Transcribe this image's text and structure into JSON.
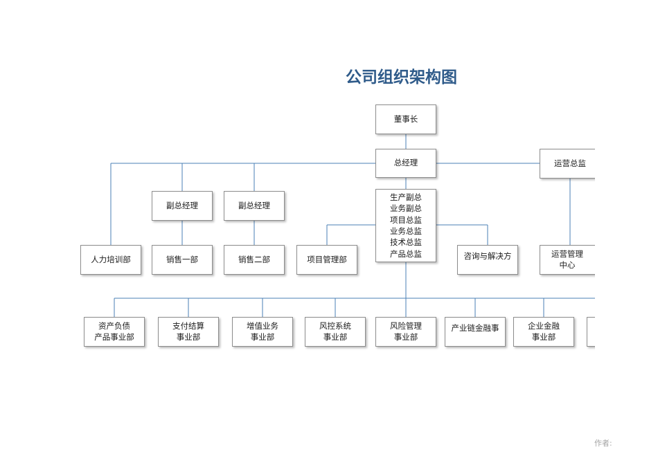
{
  "title": "公司组织架构图",
  "author_label": "作者:",
  "line_color": "#4a7fb5",
  "title_color": "#2f5b8a",
  "nodes": {
    "chairman": "董事长",
    "gm": "总经理",
    "ops_director": "运营总监",
    "vp1": "副总经理",
    "vp2": "副总经理",
    "directors": [
      "生产副总",
      "业务副总",
      "项目总监",
      "业务总监",
      "技术总监",
      "产品总监"
    ],
    "hr": "人力培训部",
    "sales1": "销售一部",
    "sales2": "销售二部",
    "pm": "项目管理部",
    "consult": "咨询与解决方",
    "ops_center": "运营管理　中心"
  },
  "divisions": [
    [
      "资产负债",
      "产品事业部"
    ],
    [
      "支付结算",
      "事业部"
    ],
    [
      "增值业务",
      "事业部"
    ],
    [
      "风控系统",
      "事业部"
    ],
    [
      "风险管理",
      "事业部"
    ],
    [
      "产业链金融事"
    ],
    [
      "企业金融",
      "事业部"
    ],
    [
      ""
    ]
  ]
}
